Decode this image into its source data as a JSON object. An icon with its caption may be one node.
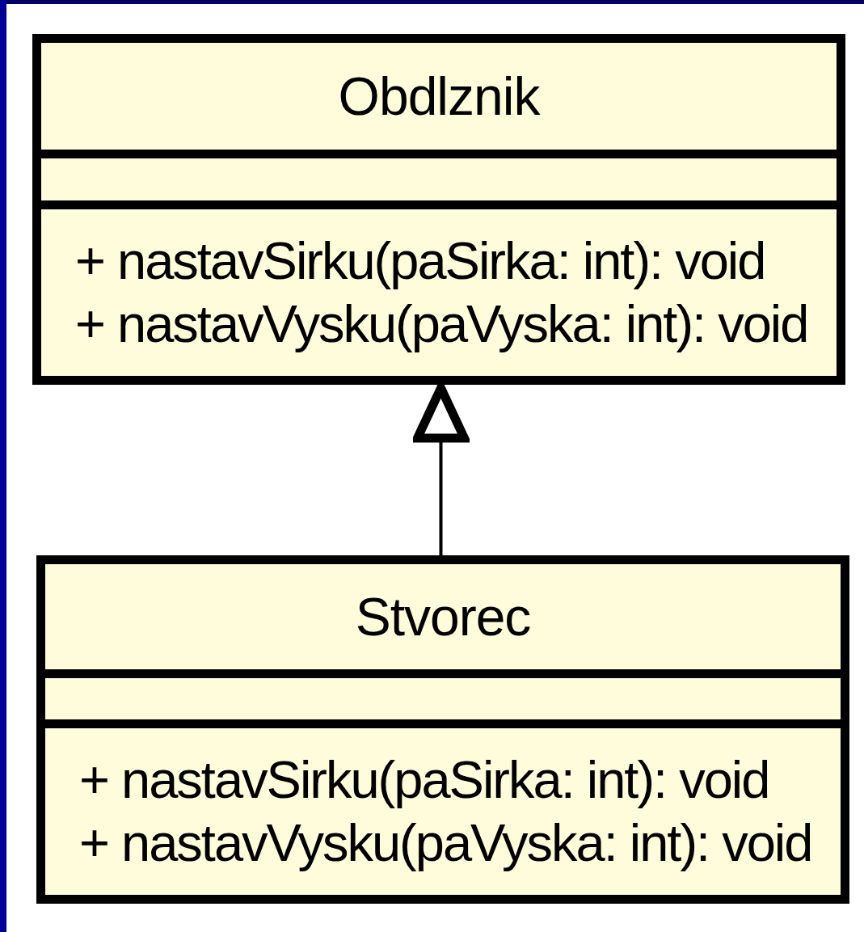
{
  "diagram": {
    "nodes": [
      {
        "text": [
          "Obdlznik",
          "+ nastavSirku(paSirka: int): void",
          "+ nastavVysku(paVyska: int): void"
        ]
      },
      {
        "text": [
          "Stvorec",
          "+ nastavSirku(paSirka: int): void",
          "+ nastavVysku(paVyska: int): void"
        ]
      }
    ],
    "edges": [
      {
        "from": 1,
        "to": 0,
        "arrow": "to"
      }
    ]
  }
}
